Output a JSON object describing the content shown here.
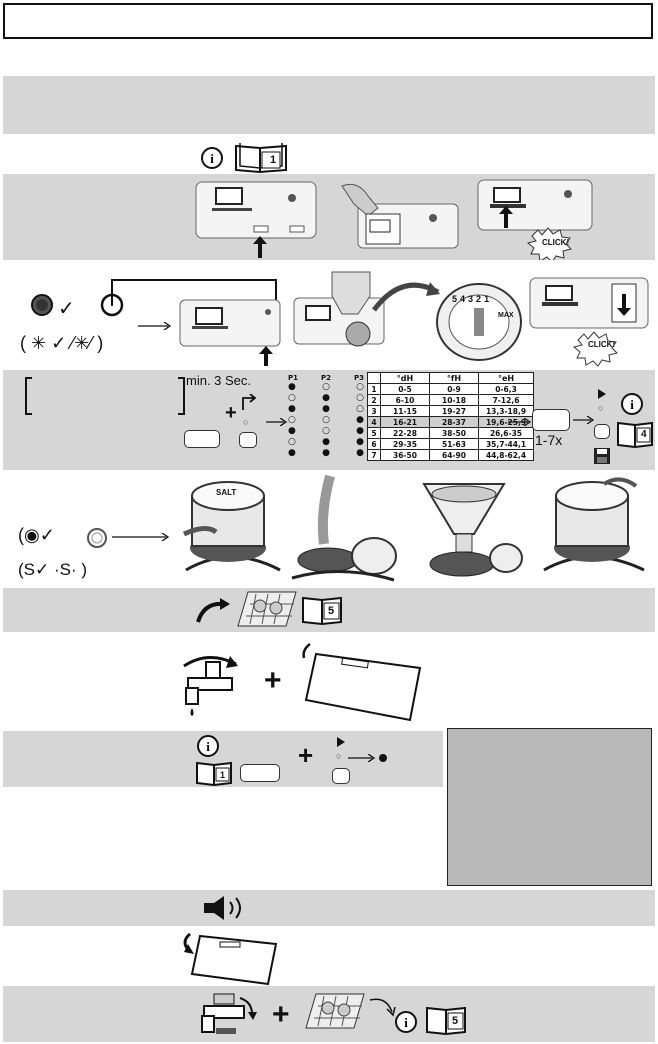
{
  "header": {
    "title": ""
  },
  "sections": {
    "info_book_page": "1",
    "dispenser_clicks": [
      "CLICK!",
      "CLICK!"
    ],
    "dial_numbers": [
      "5",
      "4",
      "3",
      "2",
      "1"
    ],
    "dial_max": "MAX",
    "min_time": "min. 3 Sec.",
    "press_count": "1-7x",
    "book_page_4": "4",
    "book_page_5a": "5",
    "book_page_5b": "5",
    "book_page_1b": "1",
    "salt_label": "SALT"
  },
  "hardness_table": {
    "program_headers": [
      "P1",
      "P2",
      "P3"
    ],
    "columns": [
      "°dH",
      "°fH",
      "°eH"
    ],
    "rows": [
      {
        "level": "1",
        "p": [
          "●",
          "○",
          "○"
        ],
        "dH": "0-5",
        "fH": "0-9",
        "eH": "0-6,3"
      },
      {
        "level": "2",
        "p": [
          "○",
          "●",
          "○"
        ],
        "dH": "6-10",
        "fH": "10-18",
        "eH": "7-12,6"
      },
      {
        "level": "3",
        "p": [
          "●",
          "●",
          "○"
        ],
        "dH": "11-15",
        "fH": "19-27",
        "eH": "13,3-18,9"
      },
      {
        "level": "4",
        "p": [
          "○",
          "○",
          "●"
        ],
        "dH": "16-21",
        "fH": "28-37",
        "eH": "19,6-25,9"
      },
      {
        "level": "5",
        "p": [
          "●",
          "○",
          "●"
        ],
        "dH": "22-28",
        "fH": "38-50",
        "eH": "26,6-35"
      },
      {
        "level": "6",
        "p": [
          "○",
          "●",
          "●"
        ],
        "dH": "29-35",
        "fH": "51-63",
        "eH": "35,7-44,1"
      },
      {
        "level": "7",
        "p": [
          "●",
          "●",
          "●"
        ],
        "dH": "36-50",
        "fH": "64-90",
        "eH": "44,8-62,4"
      }
    ]
  },
  "colors": {
    "band": "#d6d6d6",
    "box": "#b9b9b9",
    "ink": "#111111"
  }
}
